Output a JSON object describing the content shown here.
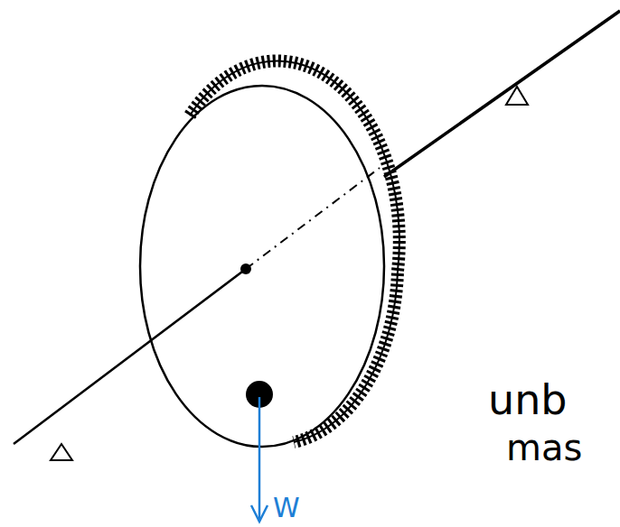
{
  "diagram": {
    "labels": [
      "W",
      "unb",
      "mas"
    ]
  }
}
